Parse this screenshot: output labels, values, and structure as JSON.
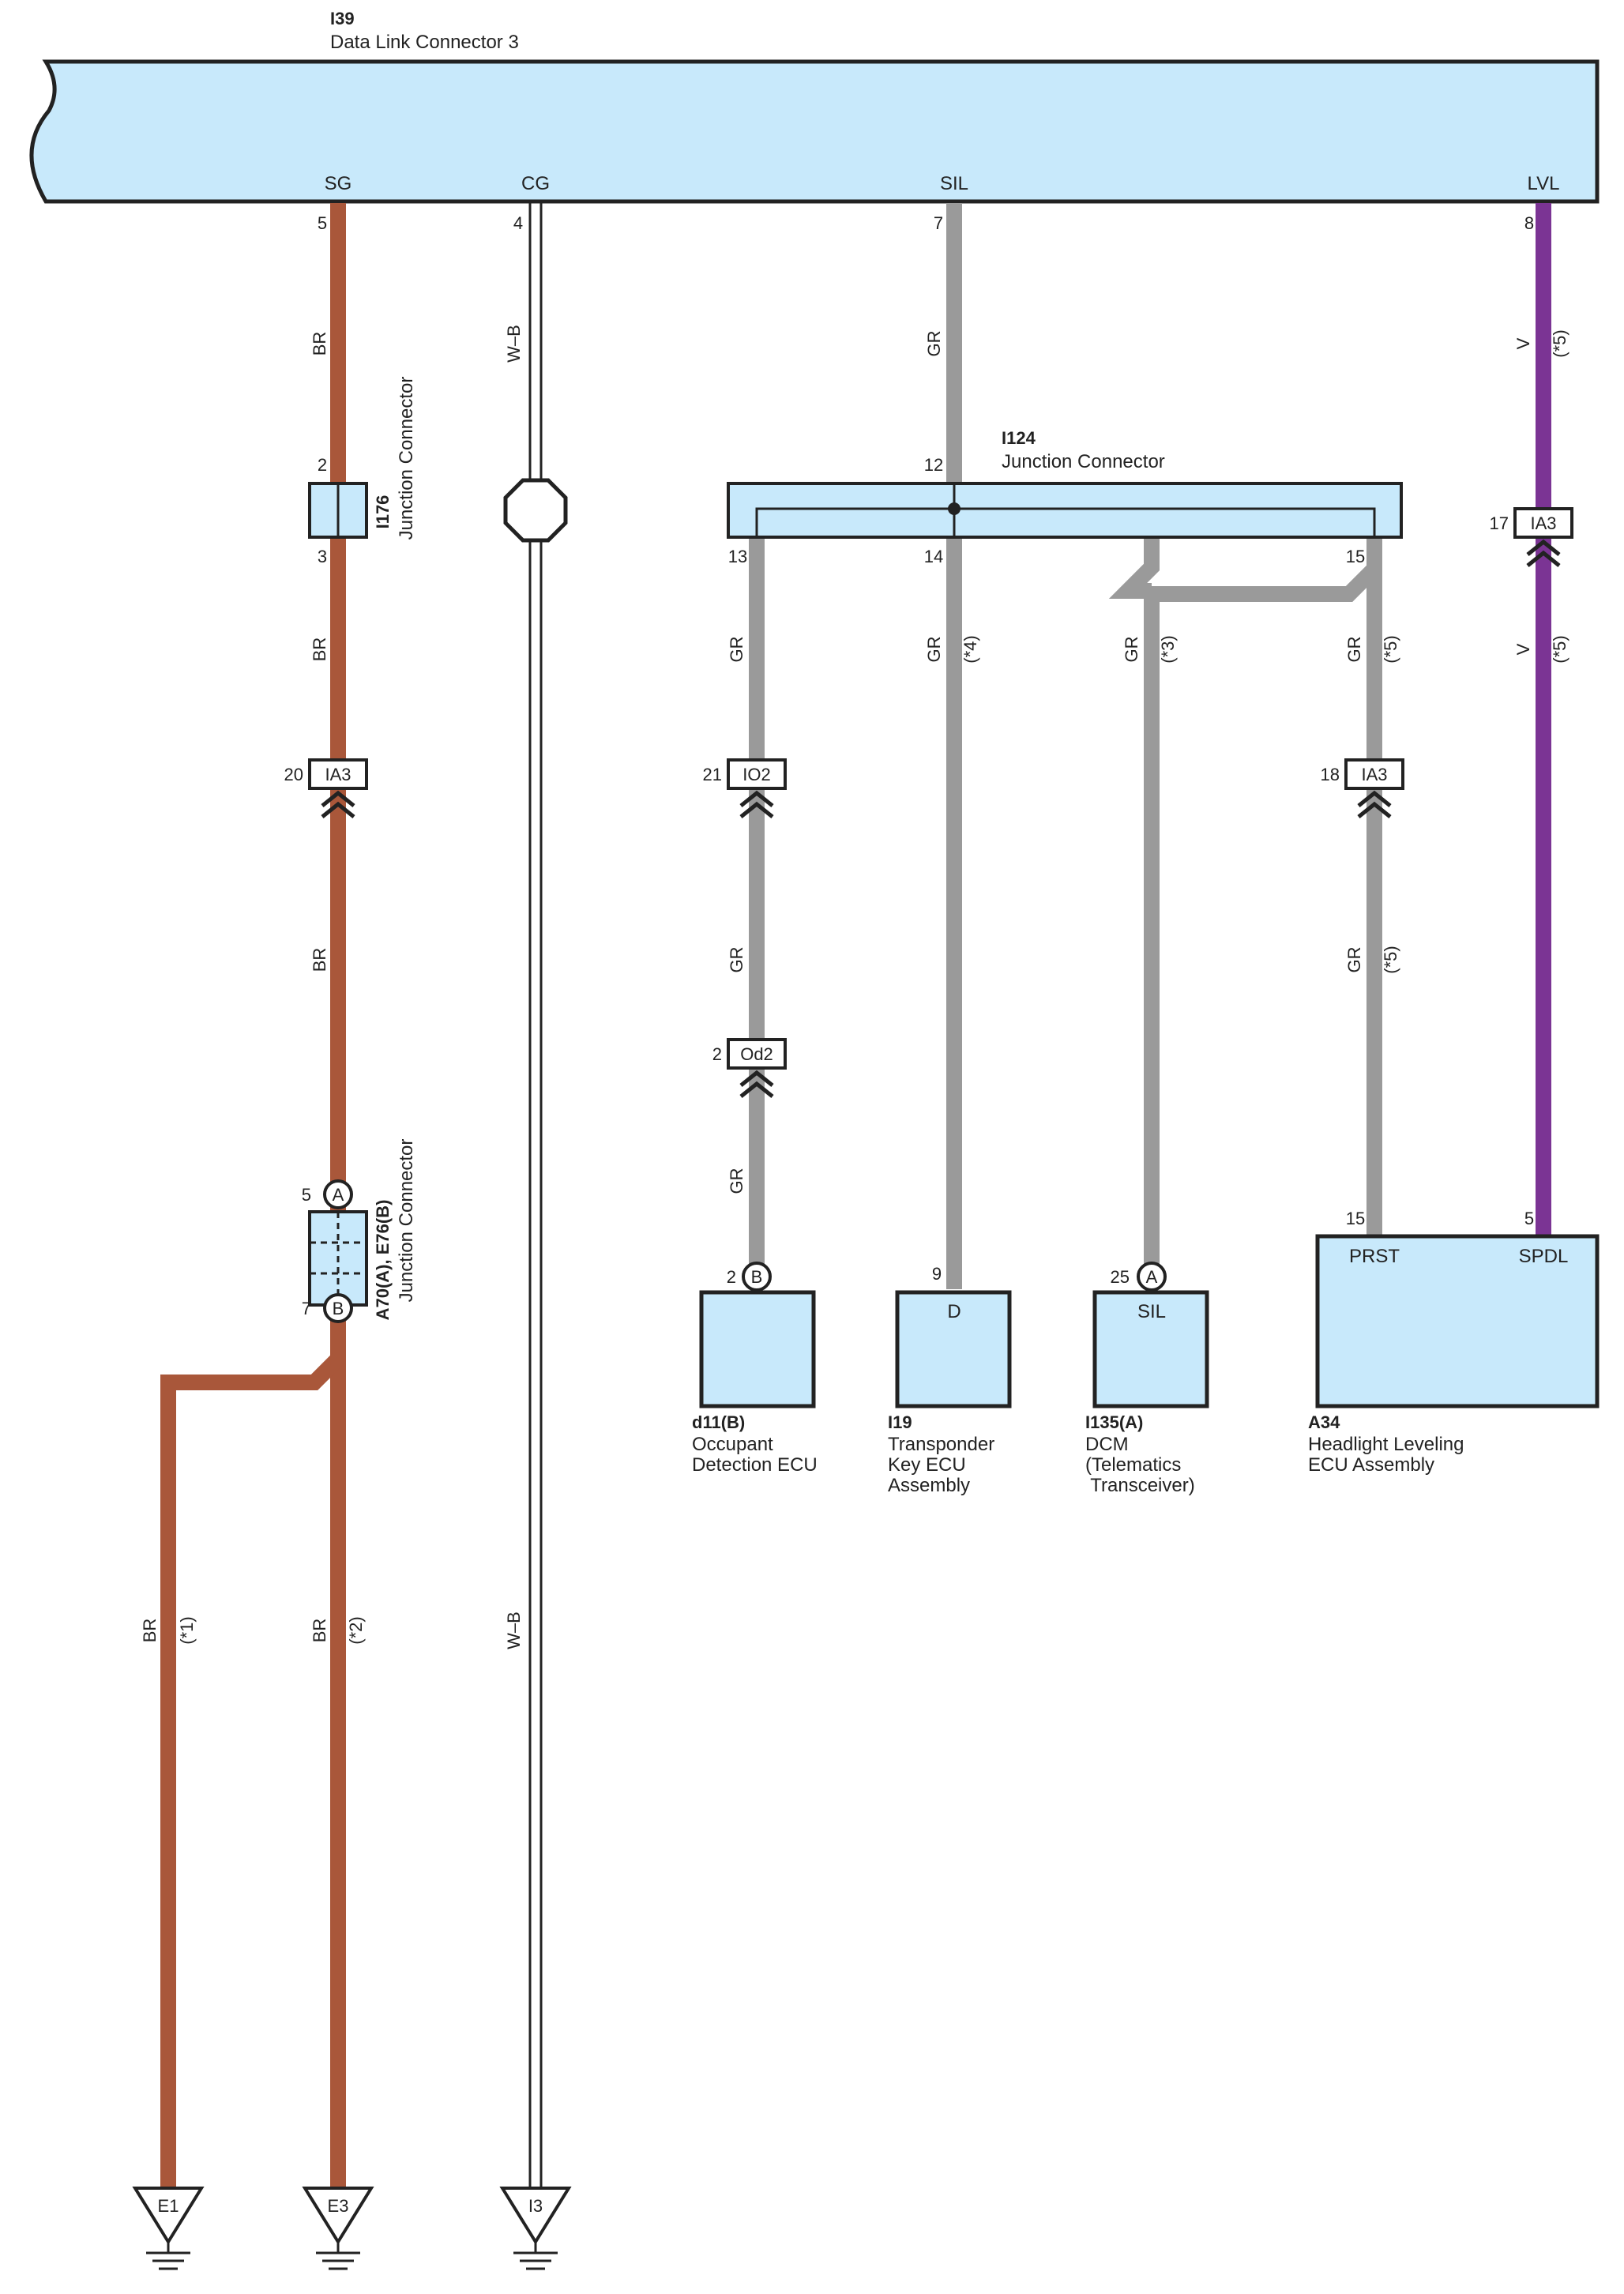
{
  "colors": {
    "brown": "#a9573a",
    "gray": "#9a9a9a",
    "violet": "#7b3494",
    "box_fill": "#c8e9fb",
    "line": "#222222"
  },
  "dlc": {
    "id": "I39",
    "name": "Data Link Connector 3",
    "terminals": {
      "sg": {
        "label": "SG",
        "pin": "5"
      },
      "cg": {
        "label": "CG",
        "pin": "4"
      },
      "sil": {
        "label": "SIL",
        "pin": "7"
      },
      "lvl": {
        "label": "LVL",
        "pin": "8"
      }
    }
  },
  "junctions": {
    "i176": {
      "id": "I176",
      "name": "Junction Connector",
      "pin_top": "2",
      "pin_bottom": "3"
    },
    "i124": {
      "id": "I124",
      "name": "Junction Connector",
      "pin_in": "12",
      "pin_out1": "13",
      "pin_out2": "14",
      "pin_out3": "15"
    },
    "a70": {
      "id": "A70(A), E76(B)",
      "name": "Junction Connector",
      "pin_top": "5",
      "letter_top": "A",
      "pin_bottom": "7",
      "letter_bottom": "B"
    }
  },
  "inline_connectors": {
    "ia3_left": {
      "label": "IA3",
      "pin": "20"
    },
    "io2": {
      "label": "IO2",
      "pin": "21"
    },
    "od2": {
      "label": "Od2",
      "pin": "2"
    },
    "ia3_mid": {
      "label": "IA3",
      "pin": "18"
    },
    "ia3_right": {
      "label": "IA3",
      "pin": "17"
    }
  },
  "wires": {
    "sg_1": "BR",
    "sg_2": "BR",
    "sg_3": "BR",
    "e1": "BR",
    "e1_note": "(*1)",
    "e3": "BR",
    "e3_note": "(*2)",
    "cg_1": "W–B",
    "cg_2": "W–B",
    "sil_1": "GR",
    "b13_1": "GR",
    "b13_2": "GR",
    "b13_3": "GR",
    "b14": "GR",
    "b14_note": "(*4)",
    "b15a": "GR",
    "b15a_note": "(*3)",
    "b15_1": "GR",
    "b15_1_note": "(*5)",
    "b15_2": "GR",
    "b15_2_note": "(*5)",
    "lvl_1": "V",
    "lvl_1_note": "(*5)",
    "lvl_2": "V",
    "lvl_2_note": "(*5)"
  },
  "components": {
    "d11": {
      "id": "d11(B)",
      "lines": [
        "Occupant",
        "Detection ECU"
      ],
      "pin": "2",
      "letter": "B"
    },
    "i19": {
      "id": "I19",
      "lines": [
        "Transponder",
        "Key ECU",
        "Assembly"
      ],
      "pin": "9",
      "terminal": "D"
    },
    "i135": {
      "id": "I135(A)",
      "lines": [
        "DCM",
        "(Telematics",
        " Transceiver)"
      ],
      "pin": "25",
      "letter": "A",
      "terminal": "SIL"
    },
    "a34": {
      "id": "A34",
      "lines": [
        "Headlight Leveling",
        "ECU Assembly"
      ],
      "pin_prst": "15",
      "term_prst": "PRST",
      "pin_spdl": "5",
      "term_spdl": "SPDL"
    }
  },
  "grounds": {
    "e1": "E1",
    "e3": "E3",
    "i3": "I3"
  }
}
